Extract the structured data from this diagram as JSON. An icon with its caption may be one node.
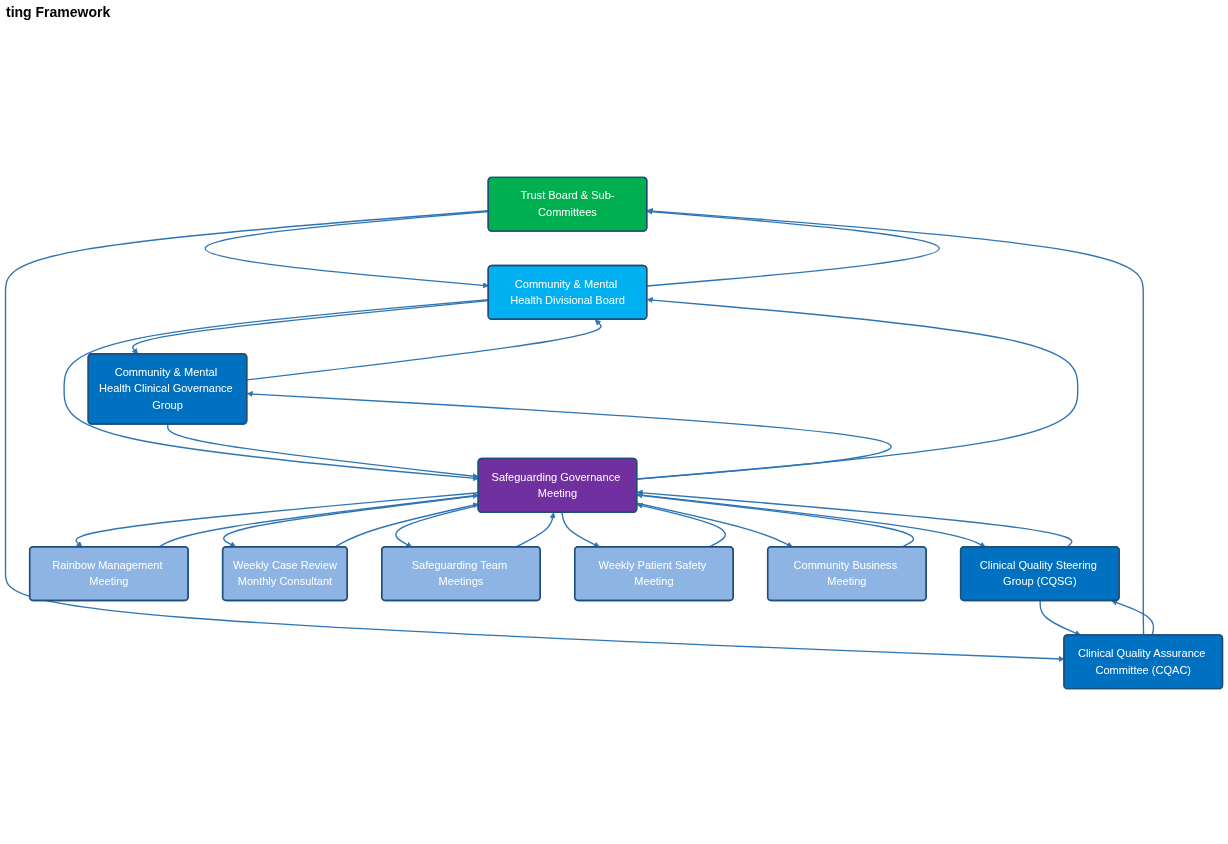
{
  "diagram": {
    "title": "ting Framework",
    "nodes": [
      {
        "text": [
          "Trust Board & Sub-Committees"
        ]
      },
      {
        "text": [
          "Clinical Quality Assurance Committee (CQAC)"
        ]
      },
      {
        "text": [
          "Community & Mental Health Divisional Board"
        ]
      },
      {
        "text": [
          "Clinical Quality Steering Group (CQSG)"
        ]
      },
      {
        "text": [
          "Community & Mental Health Clinical Governance Group"
        ]
      },
      {
        "text": [
          "Safeguarding Governance Meeting"
        ]
      },
      {
        "text": [
          "Rainbow Management Meeting"
        ]
      },
      {
        "text": [
          "Weekly Case Review",
          "Monthly Consultant"
        ]
      },
      {
        "text": [
          "Safeguarding Team Meetings"
        ]
      },
      {
        "text": [
          "Weekly Patient Safety Meeting"
        ]
      },
      {
        "text": [
          "Community Business Meeting"
        ]
      }
    ],
    "edges": [
      {
        "from": 0,
        "to": 2,
        "arrow": "to"
      },
      {
        "from": 2,
        "to": 0,
        "arrow": "to"
      },
      {
        "from": 0,
        "to": 1,
        "arrow": "to"
      },
      {
        "from": 1,
        "to": 0,
        "arrow": "to"
      },
      {
        "from": 1,
        "to": 3,
        "arrow": "to"
      },
      {
        "from": 3,
        "to": 1,
        "arrow": "to"
      },
      {
        "from": 2,
        "to": 4,
        "arrow": "to"
      },
      {
        "from": 4,
        "to": 2,
        "arrow": "to"
      },
      {
        "from": 2,
        "to": 5,
        "arrow": "to"
      },
      {
        "from": 5,
        "to": 2,
        "arrow": "to"
      },
      {
        "from": 3,
        "to": 5,
        "arrow": "to"
      },
      {
        "from": 5,
        "to": 3,
        "arrow": "to"
      },
      {
        "from": 5,
        "to": 4,
        "arrow": "to"
      },
      {
        "from": 4,
        "to": 5,
        "arrow": "to"
      },
      {
        "from": 5,
        "to": 6,
        "arrow": "to"
      },
      {
        "from": 6,
        "to": 5,
        "arrow": "to"
      },
      {
        "from": 5,
        "to": 7,
        "arrow": "to"
      },
      {
        "from": 7,
        "to": 5,
        "arrow": "to"
      },
      {
        "from": 8,
        "to": 5,
        "arrow": "to"
      },
      {
        "from": 5,
        "to": 8,
        "arrow": "to"
      },
      {
        "from": 9,
        "to": 5,
        "arrow": "to"
      },
      {
        "from": 5,
        "to": 9,
        "arrow": "to"
      },
      {
        "from": 10,
        "to": 5,
        "arrow": "to"
      },
      {
        "from": 5,
        "to": 10,
        "arrow": "to"
      }
    ]
  }
}
